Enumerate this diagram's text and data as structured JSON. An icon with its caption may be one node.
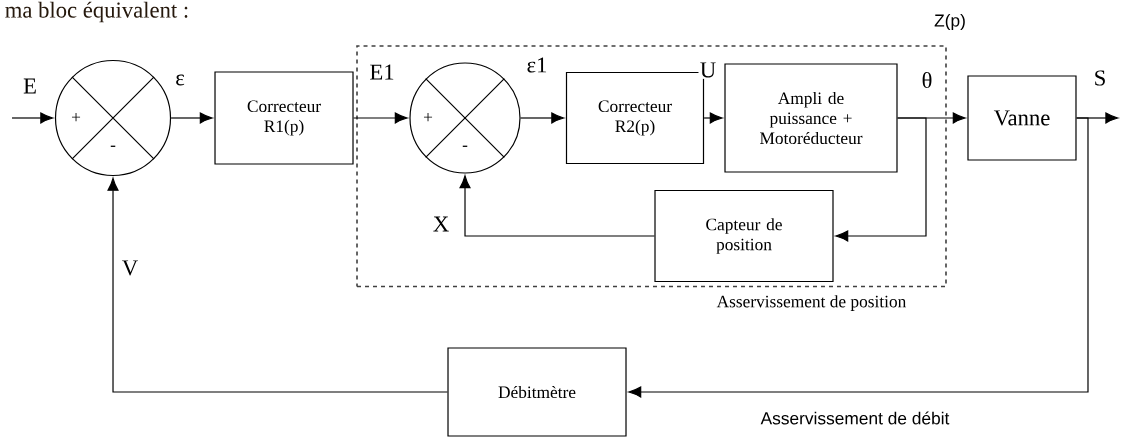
{
  "diagram": {
    "title": "ma bloc équivalent :",
    "nodes": [
      {
        "text": [
          "Asservissement de position"
        ]
      },
      {
        "text": [
          "+",
          "-"
        ]
      },
      {
        "text": [
          "Correcteur R1(p)"
        ]
      },
      {
        "text": [
          "+",
          "-"
        ],
        "in": 0
      },
      {
        "text": [
          "Correcteur R2(p)"
        ],
        "in": 0
      },
      {
        "text": [
          "Ampli de puissance + Motoréducteur"
        ],
        "in": 0
      },
      {
        "text": [
          "Capteur de position"
        ],
        "in": 0
      },
      {
        "text": [
          "Vanne"
        ]
      },
      {
        "text": [
          "Débitmètre"
        ]
      }
    ],
    "edges": [
      {
        "from": null,
        "to": 1,
        "arrow": "to",
        "label": "E"
      },
      {
        "from": 1,
        "to": 2,
        "arrow": "to",
        "label": "ε"
      },
      {
        "from": 2,
        "to": 3,
        "arrow": "to",
        "label": "E1"
      },
      {
        "from": 3,
        "to": 4,
        "arrow": "to",
        "label": "ε1"
      },
      {
        "from": 4,
        "to": 5,
        "arrow": "to",
        "label": "U"
      },
      {
        "from": 5,
        "to": 7,
        "arrow": "to",
        "label": "θ"
      },
      {
        "from": 5,
        "to": 6,
        "arrow": "to"
      },
      {
        "from": 6,
        "to": 3,
        "arrow": "to",
        "label": "X"
      },
      {
        "from": 7,
        "to": null,
        "arrow": "to",
        "label": "S"
      },
      {
        "from": 7,
        "to": 8,
        "arrow": "to"
      },
      {
        "from": 8,
        "to": 1,
        "arrow": "to",
        "label": "V"
      }
    ],
    "labels": [
      "Z(p)",
      "Asservissement de débit"
    ]
  }
}
